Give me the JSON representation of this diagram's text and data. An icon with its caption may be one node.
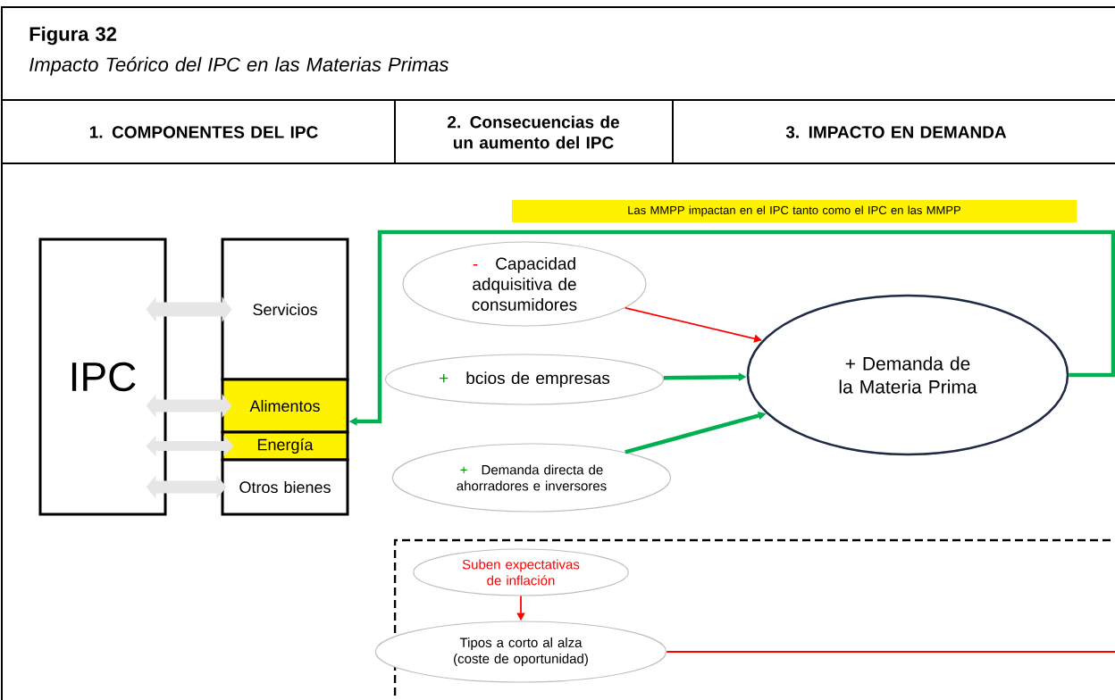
{
  "diagram": {
    "title": "Figura 32",
    "caption": "Impacto Teórico del IPC en las Materias Primas",
    "labels": [
      "1. COMPONENTES DEL IPC",
      "2. Consecuencias de un aumento del IPC",
      "3. IMPACTO EN DEMANDA"
    ],
    "nodes": [
      {
        "text": [
          "IPC"
        ]
      },
      {
        "text": [
          "Servicios"
        ]
      },
      {
        "text": [
          "Alimentos"
        ]
      },
      {
        "text": [
          "Energía"
        ]
      },
      {
        "text": [
          "Otros bienes"
        ]
      },
      {
        "text": [
          "Las MMPP impactan en el IPC tanto como el IPC en las MMPP"
        ]
      },
      {
        "text": [
          "-",
          "Capacidad adquisitiva de consumidores"
        ]
      },
      {
        "text": [
          "+",
          "bcios de empresas"
        ]
      },
      {
        "text": [
          "+",
          "Demanda directa de ahorradores e inversores"
        ]
      },
      {
        "text": [
          "+ Demanda de la Materia Prima"
        ]
      },
      {
        "text": [],
        "shape": "box"
      },
      {
        "text": [
          "Suben expectativas de inflación"
        ],
        "in": 10
      },
      {
        "text": [
          "Tipos a corto al alza (coste de oportunidad)"
        ],
        "in": 10
      }
    ],
    "edges": [
      {
        "from": 0,
        "to": 1,
        "arrow": "both",
        "style": "thick",
        "color": "#e6e6e6"
      },
      {
        "from": 0,
        "to": 2,
        "arrow": "both",
        "style": "thick",
        "color": "#e6e6e6"
      },
      {
        "from": 0,
        "to": 3,
        "arrow": "both",
        "style": "thick",
        "color": "#e6e6e6"
      },
      {
        "from": 0,
        "to": 4,
        "arrow": "both",
        "style": "thick",
        "color": "#e6e6e6"
      },
      {
        "from": 9,
        "to": 2,
        "arrow": "to",
        "color": "#00b050"
      },
      {
        "from": 6,
        "to": 9,
        "arrow": "to",
        "color": "#ff0000"
      },
      {
        "from": 7,
        "to": 9,
        "arrow": "to",
        "color": "#00b050"
      },
      {
        "from": 8,
        "to": 9,
        "arrow": "to",
        "color": "#00b050"
      },
      {
        "from": 11,
        "to": 12,
        "arrow": "to",
        "color": "#ff0000"
      },
      {
        "from": 12,
        "to": null,
        "arrow": "none",
        "color": "#ff0000"
      }
    ]
  }
}
